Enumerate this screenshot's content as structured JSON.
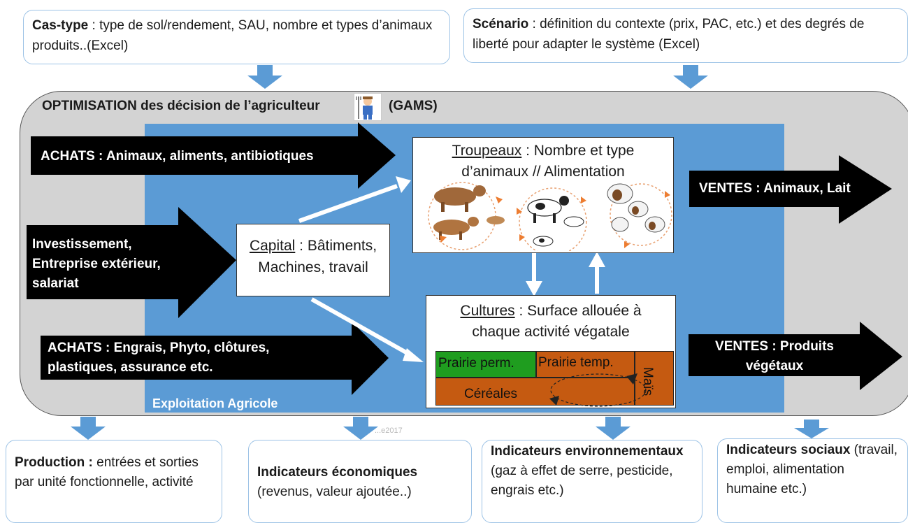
{
  "top_left": {
    "bold": "Cas-type",
    "text": " : type de sol/rendement, SAU, nombre et types d’animaux produits..(Excel)"
  },
  "top_right": {
    "bold": "Scénario",
    "text": " : définition du contexte (prix, PAC, etc.) et des degrés de liberté pour adapter le système (Excel)"
  },
  "optim": {
    "title": "OPTIMISATION des décision de l’agriculteur",
    "tool": "(GAMS)"
  },
  "farm_label": "Exploitation Agricole",
  "inputs": {
    "achats1": "ACHATS : Animaux, aliments, antibiotiques",
    "invest_1": "Investissement,",
    "invest_2": "Entreprise extérieur,",
    "invest_3": "salariat",
    "achats2_1": "ACHATS : Engrais, Phyto, clôtures,",
    "achats2_2": "plastiques, assurance etc."
  },
  "outputs": {
    "ventes1": "VENTES : Animaux, Lait",
    "ventes2_1": "VENTES : Produits",
    "ventes2_2": "végétaux"
  },
  "capital": {
    "title": "Capital",
    "text1": " : Bâtiments,",
    "text2": "Machines, travail"
  },
  "troupeaux": {
    "title": "Troupeaux",
    "text1": " : Nombre et type",
    "text2": "d’animaux // Alimentation"
  },
  "cultures": {
    "title": "Cultures",
    "text1": " : Surface allouée à",
    "text2": "chaque activité végatale"
  },
  "plots": {
    "perm": "Prairie perm.",
    "temp": "Prairie temp.",
    "cereales": "Céréales",
    "mais": "Maïs"
  },
  "watermark": "...e2017",
  "bottom": {
    "production": {
      "bold": "Production :",
      "text": " entrées et sorties par unité fonctionnelle, activité"
    },
    "eco": {
      "bold": "Indicateurs économiques",
      "text": "(revenus, valeur ajoutée..)"
    },
    "env": {
      "bold": "Indicateurs environnementaux",
      "text": " (gaz à effet de serre, pesticide, engrais etc.)"
    },
    "soc": {
      "bold": "Indicateurs sociaux",
      "text": " (travail, emploi, alimentation humaine etc.)"
    }
  },
  "colors": {
    "panel": "#d3d3d3",
    "farm": "#5b9bd5",
    "arrow_blue": "#5b9bd5",
    "black_arrow": "#000000",
    "green": "#1f9d1f",
    "orange": "#c55a11"
  }
}
